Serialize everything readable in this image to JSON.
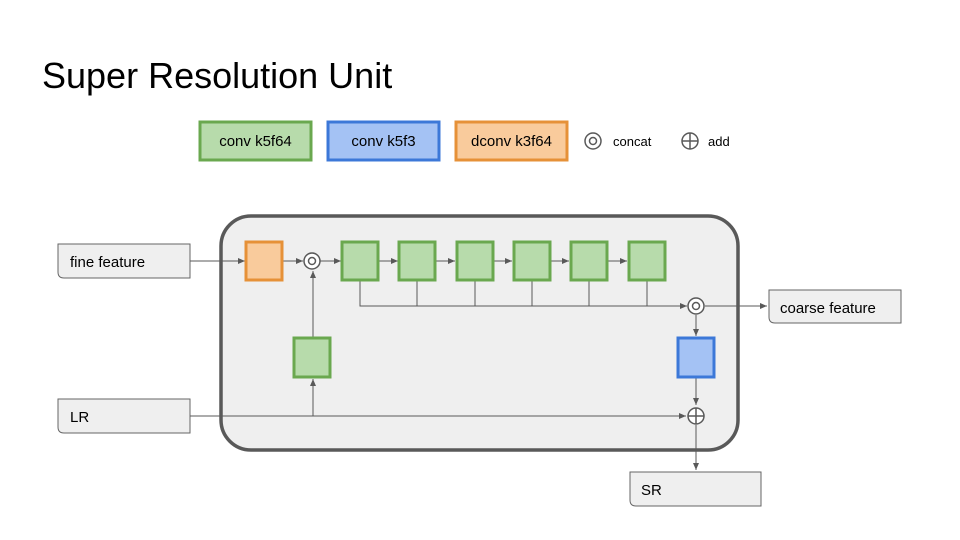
{
  "title": "Super Resolution Unit",
  "legend": {
    "conv_k5f64": "conv k5f64",
    "conv_k5f3": "conv k5f3",
    "dconv_k3f64": "dconv k3f64",
    "concat": "concat",
    "add": "add"
  },
  "nodes": {
    "fine_feature": "fine feature",
    "lr": "LR",
    "coarse_feature": "coarse feature",
    "sr": "SR"
  },
  "colors": {
    "green_fill": "#b7dbab",
    "green_stroke": "#6aa84f",
    "blue_fill": "#a4c2f4",
    "blue_stroke": "#3c78d8",
    "orange_fill": "#f9cb9c",
    "orange_stroke": "#e69138",
    "unit_fill": "#efefef",
    "unit_stroke": "#595959",
    "io_fill": "#efefef",
    "io_stroke": "#666666",
    "line": "#595959"
  }
}
